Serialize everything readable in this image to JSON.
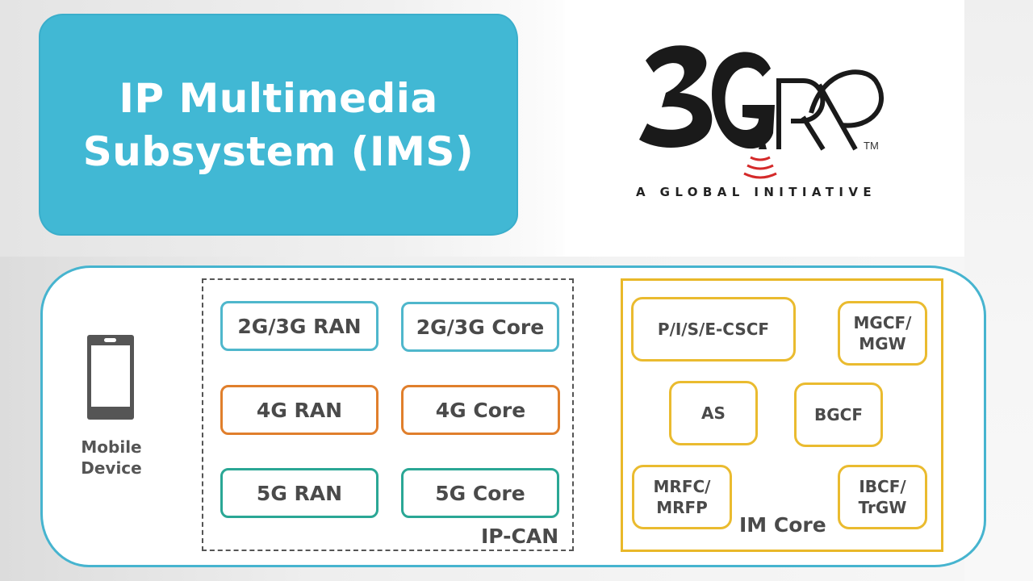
{
  "title": {
    "lines": [
      "IP Multimedia",
      "Subsystem (IMS)"
    ],
    "background_color": "#41b8d4"
  },
  "logo": {
    "mark": "3GPP",
    "trademark": "TM",
    "tagline": "A GLOBAL INITIATIVE",
    "wave_color": "#d42a2a"
  },
  "diagram": {
    "frame_color": "#46b4cf",
    "device": {
      "icon": "mobile-phone-icon",
      "label_lines": [
        "Mobile",
        "Device"
      ]
    },
    "ip_can": {
      "label": "IP-CAN",
      "nodes": [
        {
          "label": "2G/3G RAN",
          "color": "#4fb7cc"
        },
        {
          "label": "2G/3G Core",
          "color": "#4fb7cc"
        },
        {
          "label": "4G RAN",
          "color": "#e07f2c"
        },
        {
          "label": "4G Core",
          "color": "#e07f2c"
        },
        {
          "label": "5G RAN",
          "color": "#2aa795"
        },
        {
          "label": "5G Core",
          "color": "#2aa795"
        }
      ]
    },
    "im_core": {
      "label": "IM Core",
      "color": "#e9b829",
      "nodes": [
        {
          "lines": [
            "P/I/S/E-CSCF"
          ]
        },
        {
          "lines": [
            "MGCF/",
            "MGW"
          ]
        },
        {
          "lines": [
            "AS"
          ]
        },
        {
          "lines": [
            "BGCF"
          ]
        },
        {
          "lines": [
            "MRFC/",
            "MRFP"
          ]
        },
        {
          "lines": [
            "IBCF/",
            "TrGW"
          ]
        }
      ]
    }
  }
}
